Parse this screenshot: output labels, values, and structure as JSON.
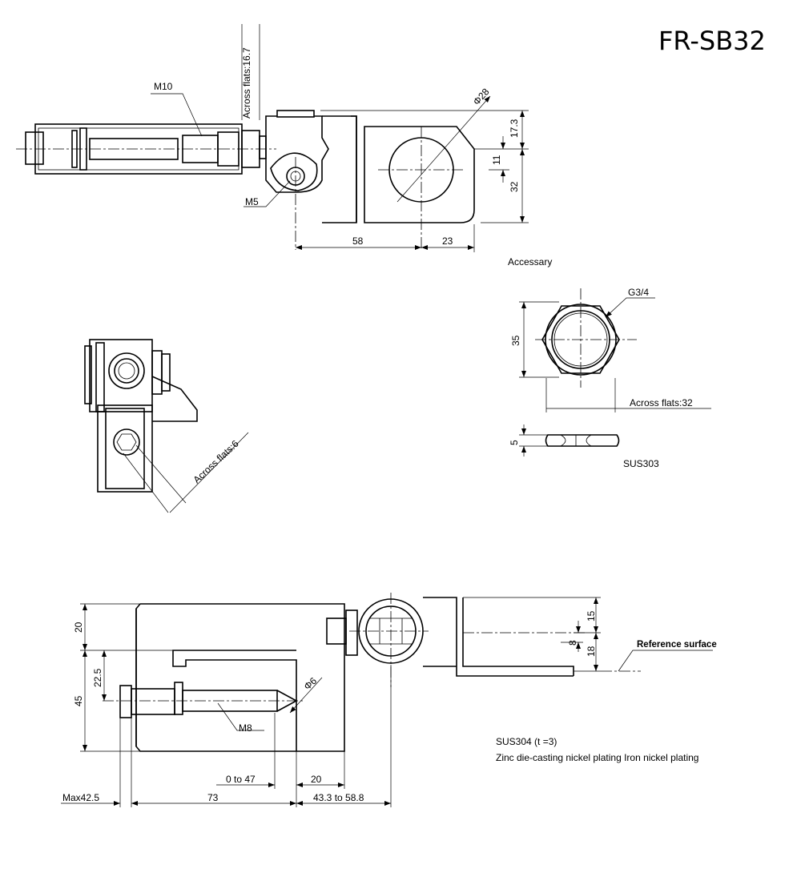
{
  "title": "FR-SB32",
  "top_view": {
    "m10": "M10",
    "across_flats_167": "Across flats:16.7",
    "m5": "M5",
    "phi28": "Φ28",
    "d173": "17.3",
    "d11": "11",
    "d32": "32",
    "d58": "58",
    "d23": "23"
  },
  "accessory": {
    "label": "Accessary",
    "g34": "G3/4",
    "d35": "35",
    "across_flats_32": "Across flats:32",
    "d5": "5",
    "material": "SUS303"
  },
  "side_view": {
    "across_flats_6": "Across flats:6"
  },
  "front_view": {
    "d20_left": "20",
    "d225": "22.5",
    "d45": "45",
    "phi6": "Φ6",
    "m8": "M8",
    "d0to47": "0 to 47",
    "d20_bottom": "20",
    "max425": "Max42.5",
    "d73": "73",
    "d433to588": "43.3 to 58.8",
    "d15": "15",
    "d8": "8",
    "d18": "18",
    "reference_surface": "Reference surface"
  },
  "notes": {
    "material": "SUS304 (t =3)",
    "plating": "Zinc die-casting nickel plating Iron nickel plating"
  }
}
